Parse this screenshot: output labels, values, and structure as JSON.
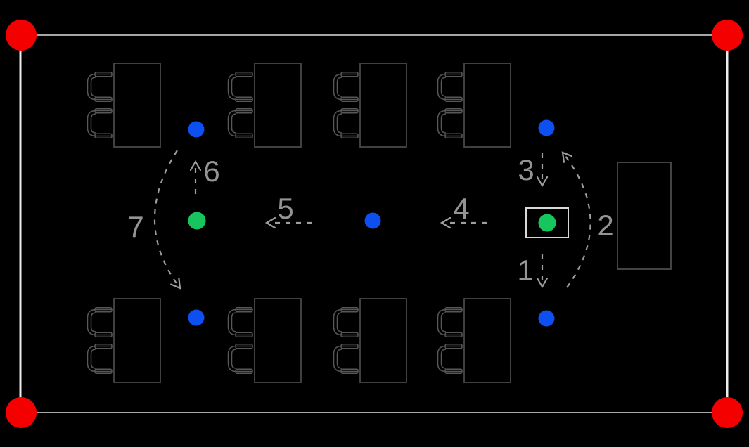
{
  "scene": {
    "type": "floor-plan-route-diagram",
    "background": "#000000",
    "colors": {
      "corner_marker": "#f50000",
      "waypoint": "#0d4ff0",
      "position_marker": "#16c55e",
      "wall_horizontal": "#a6a6a6",
      "wall_vertical": "#ededed",
      "desk_outline": "#4b4b4b",
      "chair_outline": "#585858",
      "route_arrow": "#9e9e9e",
      "step_label": "#949494",
      "selected_box_border": "#d8d8d8"
    },
    "steps": [
      {
        "label": "1"
      },
      {
        "label": "2"
      },
      {
        "label": "3"
      },
      {
        "label": "4"
      },
      {
        "label": "5"
      },
      {
        "label": "6"
      },
      {
        "label": "7"
      }
    ],
    "counts": {
      "corner_markers": 4,
      "student_desks": 8,
      "chairs": 16,
      "side_tables": 1,
      "waypoints": 5,
      "position_markers": 2
    }
  }
}
